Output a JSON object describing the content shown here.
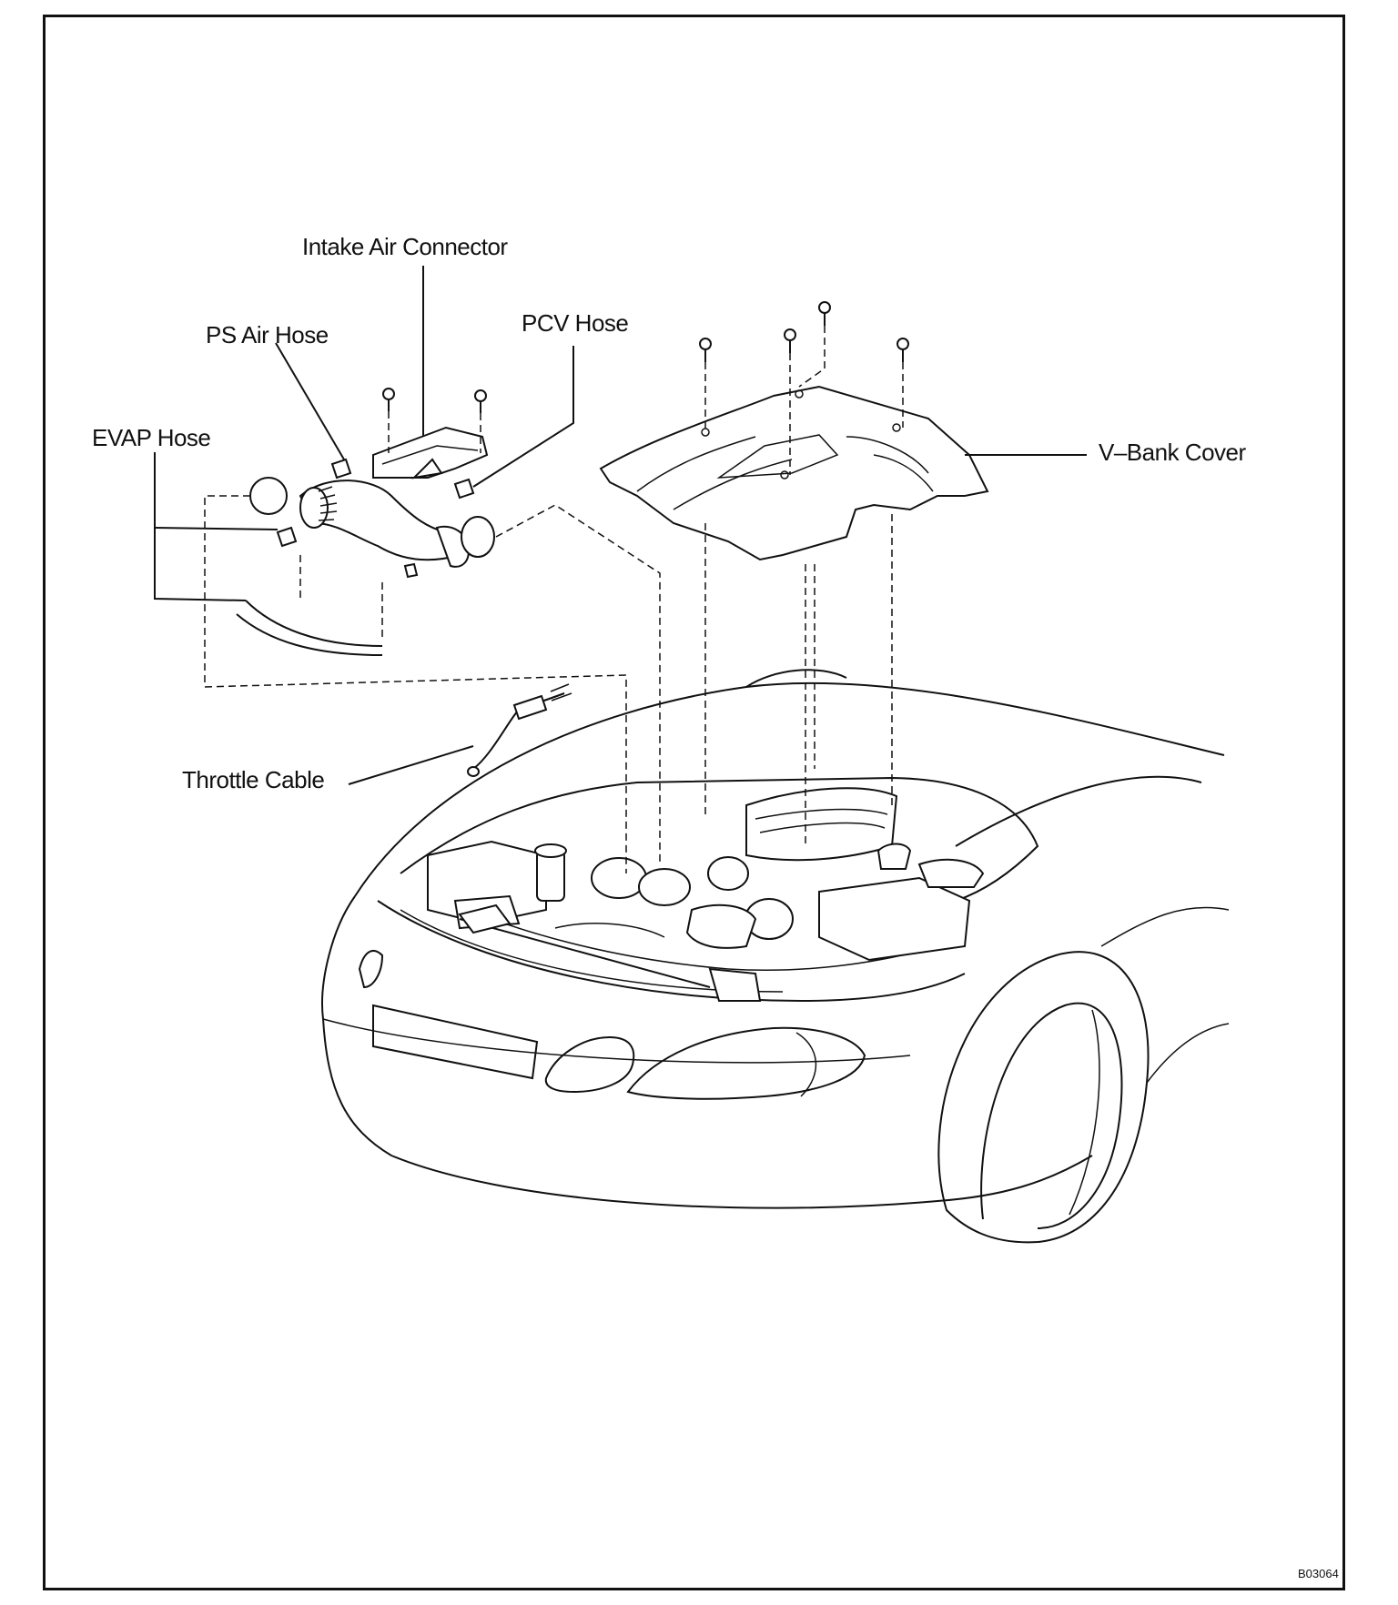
{
  "labels": {
    "intake_air_connector": "Intake Air Connector",
    "ps_air_hose": "PS Air Hose",
    "pcv_hose": "PCV Hose",
    "evap_hose": "EVAP Hose",
    "v_bank_cover": "V–Bank Cover",
    "throttle_cable": "Throttle Cable"
  },
  "figure_id": "B03064",
  "colors": {
    "line": "#111111",
    "background": "#ffffff"
  }
}
